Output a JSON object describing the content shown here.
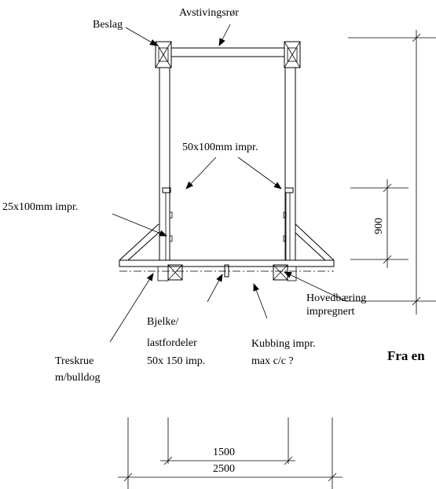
{
  "labels": {
    "beslag": "Beslag",
    "avstivingsror": "Avstivingsrør",
    "impr_50x100": "50x100mm impr.",
    "impr_25x100": "25x100mm impr.",
    "hovedbaering_1": "Hovedbæring",
    "hovedbaering_2": "impregnert",
    "bjelke_1": "Bjelke/",
    "bjelke_2": "lastfordeler",
    "bjelke_3": "50x 150 imp.",
    "treskrue_1": "Treskrue",
    "treskrue_2": "m/bulldog",
    "kubbing_1": "Kubbing impr.",
    "kubbing_2": "max c/c ?",
    "fra": "Fra en"
  },
  "dimensions": {
    "height_900": "900",
    "width_1500": "1500",
    "width_2500": "2500"
  }
}
